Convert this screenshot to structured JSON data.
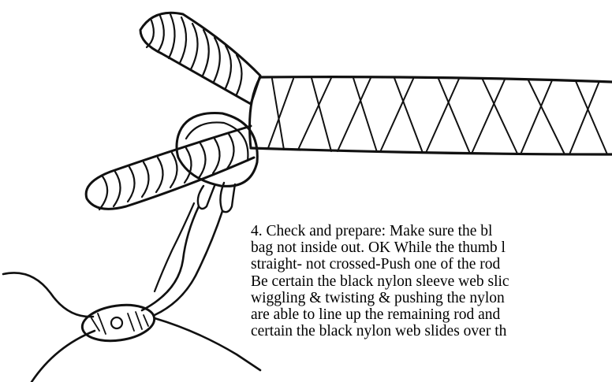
{
  "instructions": {
    "line1": "4. Check and prepare: Make sure the bl",
    "line2": "bag not inside out. OK While the thumb l",
    "line3": "straight- not crossed-Push one of the rod",
    "line4": "Be certain the black nylon sleeve web slic",
    "line5": "wiggling & twisting & pushing the nylon",
    "line6": "are able to line up the remaining rod and",
    "line7": "certain the black nylon web slides over th"
  },
  "colors": {
    "ink": "#111111",
    "paper": "#ffffff"
  }
}
